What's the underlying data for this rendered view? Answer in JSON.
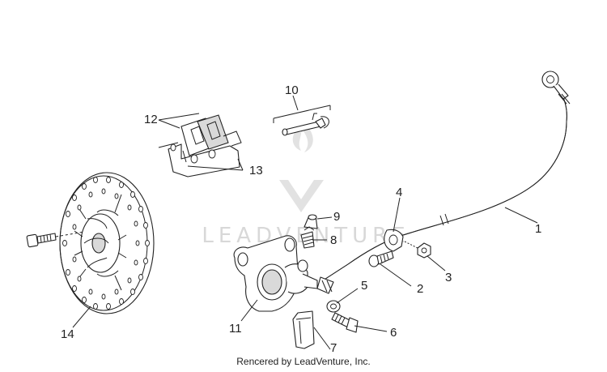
{
  "watermark": {
    "text": "LEADVENTURE"
  },
  "credit": {
    "text": "Rencered by LeadVenture, Inc."
  },
  "callouts": [
    {
      "id": "1",
      "label": "1"
    },
    {
      "id": "2",
      "label": "2"
    },
    {
      "id": "3",
      "label": "3"
    },
    {
      "id": "4",
      "label": "4"
    },
    {
      "id": "5",
      "label": "5"
    },
    {
      "id": "6",
      "label": "6"
    },
    {
      "id": "7",
      "label": "7"
    },
    {
      "id": "8",
      "label": "8"
    },
    {
      "id": "9",
      "label": "9"
    },
    {
      "id": "10",
      "label": "10"
    },
    {
      "id": "11",
      "label": "11"
    },
    {
      "id": "12",
      "label": "12"
    },
    {
      "id": "13",
      "label": "13"
    },
    {
      "id": "14",
      "label": "14"
    }
  ]
}
